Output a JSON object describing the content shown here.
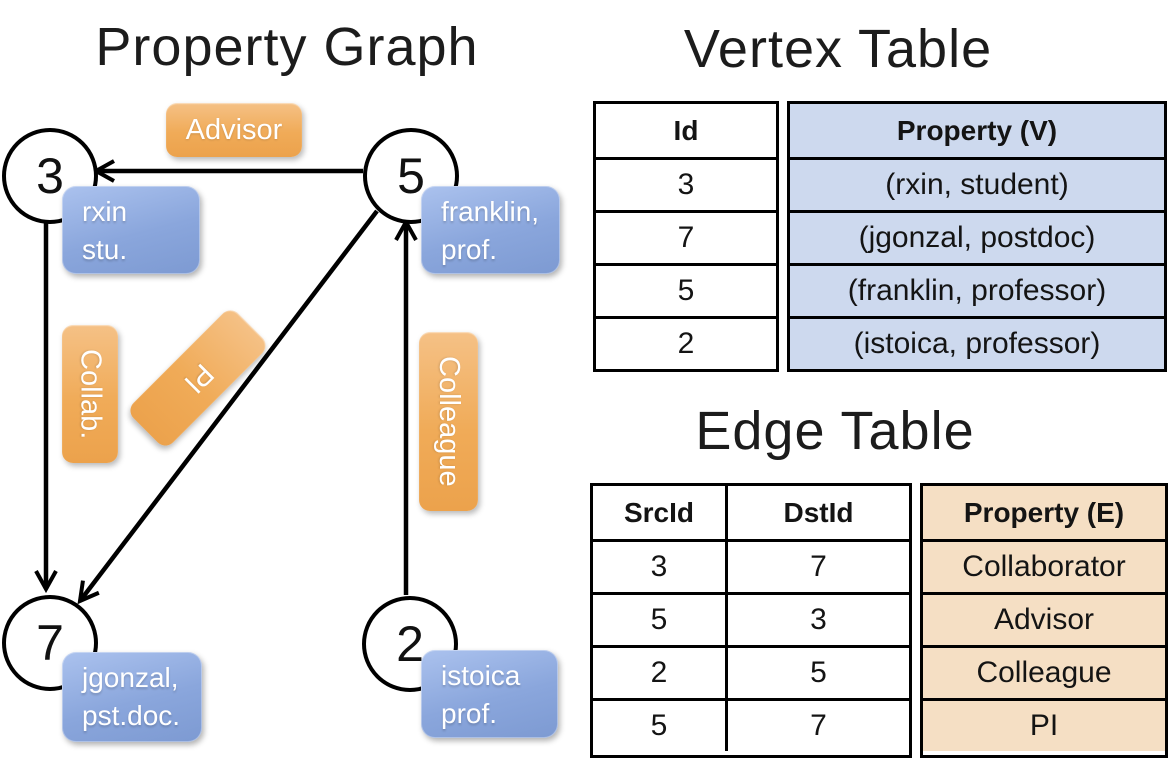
{
  "colors": {
    "edge_label_orange": "#f0a950",
    "vertex_box_blue": "#86a3d8",
    "vertex_property_bg": "#cdd9ee",
    "edge_property_bg": "#f5dfc4",
    "line_color": "#000000"
  },
  "graph": {
    "title": "Property Graph",
    "nodes": {
      "n3": {
        "id": "3",
        "property": "rxin\nstu."
      },
      "n5": {
        "id": "5",
        "property": "franklin,\nprof."
      },
      "n7": {
        "id": "7",
        "property": "jgonzal,\npst.doc."
      },
      "n2": {
        "id": "2",
        "property": "istoica\nprof."
      }
    },
    "edge_labels": {
      "advisor": "Advisor",
      "collab": "Collab.",
      "pi": "PI",
      "colleague": "Colleague"
    }
  },
  "vertex_table": {
    "title": "Vertex Table",
    "columns": {
      "id": "Id",
      "property": "Property (V)"
    },
    "rows": [
      {
        "id": "3",
        "property": "(rxin, student)"
      },
      {
        "id": "7",
        "property": "(jgonzal, postdoc)"
      },
      {
        "id": "5",
        "property": "(franklin, professor)"
      },
      {
        "id": "2",
        "property": "(istoica, professor)"
      }
    ]
  },
  "edge_table": {
    "title": "Edge Table",
    "columns": {
      "src": "SrcId",
      "dst": "DstId",
      "property": "Property (E)"
    },
    "rows": [
      {
        "src": "3",
        "dst": "7",
        "property": "Collaborator"
      },
      {
        "src": "5",
        "dst": "3",
        "property": "Advisor"
      },
      {
        "src": "2",
        "dst": "5",
        "property": "Colleague"
      },
      {
        "src": "5",
        "dst": "7",
        "property": "PI"
      }
    ]
  }
}
